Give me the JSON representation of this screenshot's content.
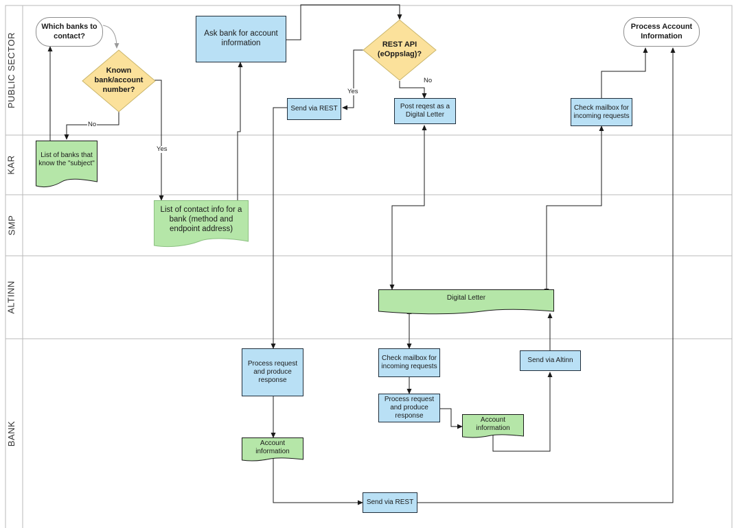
{
  "lanes": [
    {
      "label": "PUBLIC SECTOR"
    },
    {
      "label": "KAR"
    },
    {
      "label": "SMP"
    },
    {
      "label": "ALTINN"
    },
    {
      "label": "BANK"
    }
  ],
  "nodes": {
    "which_banks": "Which banks to contact?",
    "known_account": "Known bank/account number?",
    "list_banks": "List of banks that know the \"subject\"",
    "list_contact": "List of contact info for a bank (method and endpoint address)",
    "ask_bank": "Ask bank for account information",
    "rest_api": "REST API (eOppslag)?",
    "send_rest_public": "Send via REST",
    "post_request": "Post reqest as a Digital Letter",
    "check_mailbox_public": "Check mailbox for incoming requests",
    "process_account": "Process Account Information",
    "digital_letter": "Digital Letter",
    "process_request_1": "Process request and produce response",
    "account_info_1": "Account information",
    "check_mailbox_bank": "Check mailbox for incoming requests",
    "process_request_2": "Process request and produce response",
    "account_info_2": "Account information",
    "send_altinn": "Send via Altinn",
    "send_rest_bank": "Send via REST"
  },
  "edge_labels": {
    "no_known": "No",
    "yes_known": "Yes",
    "yes_rest": "Yes",
    "no_rest": "No"
  },
  "colors": {
    "process_fill": "#b9e0f5",
    "document_fill": "#b5e6a8",
    "decision_fill": "#fbe19b",
    "lane_border": "#b8b8b8",
    "line": "#1a1a1a"
  }
}
